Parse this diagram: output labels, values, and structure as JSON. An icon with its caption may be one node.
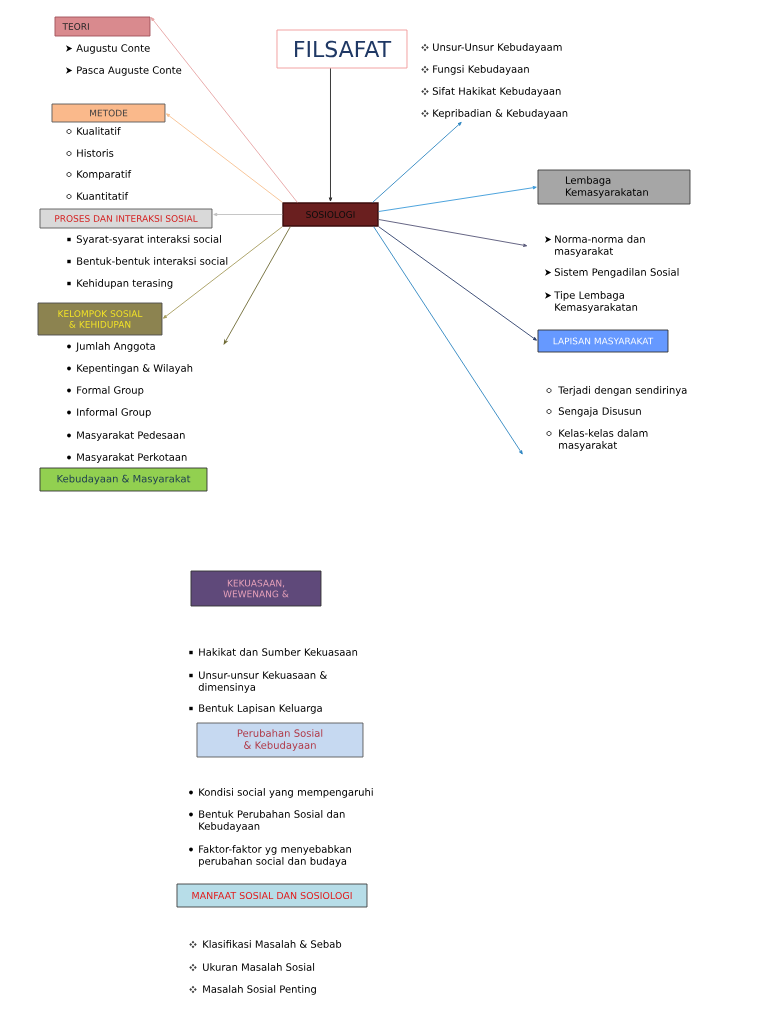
{
  "diagram": {
    "nodes": [
      {
        "text": [
          "FILSAFAT"
        ]
      },
      {
        "text": [
          "SOSIOLOGI"
        ]
      },
      {
        "text": [
          "TEORI"
        ],
        "beside": [
          "Augustu Conte",
          "Pasca Auguste Conte"
        ]
      },
      {
        "text": [
          "METODE"
        ],
        "beside": [
          "Kualitatif",
          "Historis",
          "Komparatif",
          "Kuantitatif"
        ]
      },
      {
        "text": [
          "PROSES DAN INTERAKSI SOSIAL"
        ],
        "beside": [
          "Syarat-syarat interaksi social",
          "Bentuk-bentuk interaksi social",
          "Kehidupan terasing"
        ]
      },
      {
        "text": [
          "KELOMPOK SOSIAL & KEHIDUPAN"
        ],
        "beside": [
          "Jumlah Anggota",
          "Kepentingan & Wilayah",
          "Formal Group",
          "Informal Group",
          "Masyarakat Pedesaan"
        ]
      },
      {
        "text": [
          "Kebudayaan & Masyarakat"
        ]
      },
      {
        "text": [
          "Lembaga Kemasyarakatan"
        ],
        "beside": [
          "Norma-norma dan masyarakat",
          "Sistem Pengadilan Sosial",
          "Tipe Lembaga Kemasyarakatan"
        ]
      },
      {
        "text": [
          "LAPISAN MASYARAKAT"
        ],
        "beside": [
          "Terjadi dengan sendirinya",
          "Sengaja Disusun",
          "Kelas-kelas dalam masyarakat"
        ]
      },
      {
        "text": [
          "KEKUASAAN, WEWENANG &"
        ],
        "beside": [
          "Hakikat dan Sumber Kekuasaan",
          "Unsur-unsur Kekuasaan & dimensinya",
          "Bentuk Lapisan Keluarga"
        ]
      },
      {
        "text": [
          "Perubahan Sosial & Kebudayaan"
        ],
        "beside": [
          "Kondisi social yang mempengaruhi",
          "Bentuk Perubahan Sosial dan Kebudayaan",
          "Faktor-faktor yg menyebabkan perubahan social dan budaya"
        ]
      },
      {
        "text": [
          "MANFAAT SOSIAL DAN SOSIOLOGI"
        ],
        "beside": [
          "Klasifikasi Masalah & Sebab",
          "Ukuran Masalah Sosial",
          "Masalah Sosial Penting"
        ]
      },
      {
        "text": [
          "Unsur-Unsur Kebudayaam",
          "Fungsi Kebudayaan",
          "Sifat Hakikat Kebudayaan",
          "Kepribadian & Kebudayaan"
        ]
      }
    ],
    "edges": [
      {
        "from": 0,
        "to": 1,
        "arrow": "to",
        "color": "#262626"
      },
      {
        "from": 1,
        "to": 2,
        "arrow": "to",
        "color": "#e6a3a3"
      },
      {
        "from": 1,
        "to": 3,
        "arrow": "to",
        "color": "#f7c08f"
      },
      {
        "from": 1,
        "to": 4,
        "arrow": "to",
        "color": "#bfbfbf"
      },
      {
        "from": 1,
        "to": 5,
        "arrow": "to",
        "color": "#a69c5c"
      },
      {
        "from": 1,
        "to": null,
        "arrow": "to",
        "color": "#6e6a34"
      },
      {
        "from": 1,
        "to": 12,
        "arrow": "to",
        "color": "#2e86c1"
      },
      {
        "from": 1,
        "to": 7,
        "arrow": "to",
        "color": "#3a9ad9"
      },
      {
        "from": 1,
        "to": null,
        "arrow": "to",
        "color": "#555577"
      },
      {
        "from": 1,
        "to": 8,
        "arrow": "to",
        "color": "#2c3e6b"
      },
      {
        "from": 1,
        "to": null,
        "arrow": "to",
        "color": "#2e86c1"
      }
    ],
    "labels": [
      "Masyarakat Perkotaan"
    ]
  }
}
